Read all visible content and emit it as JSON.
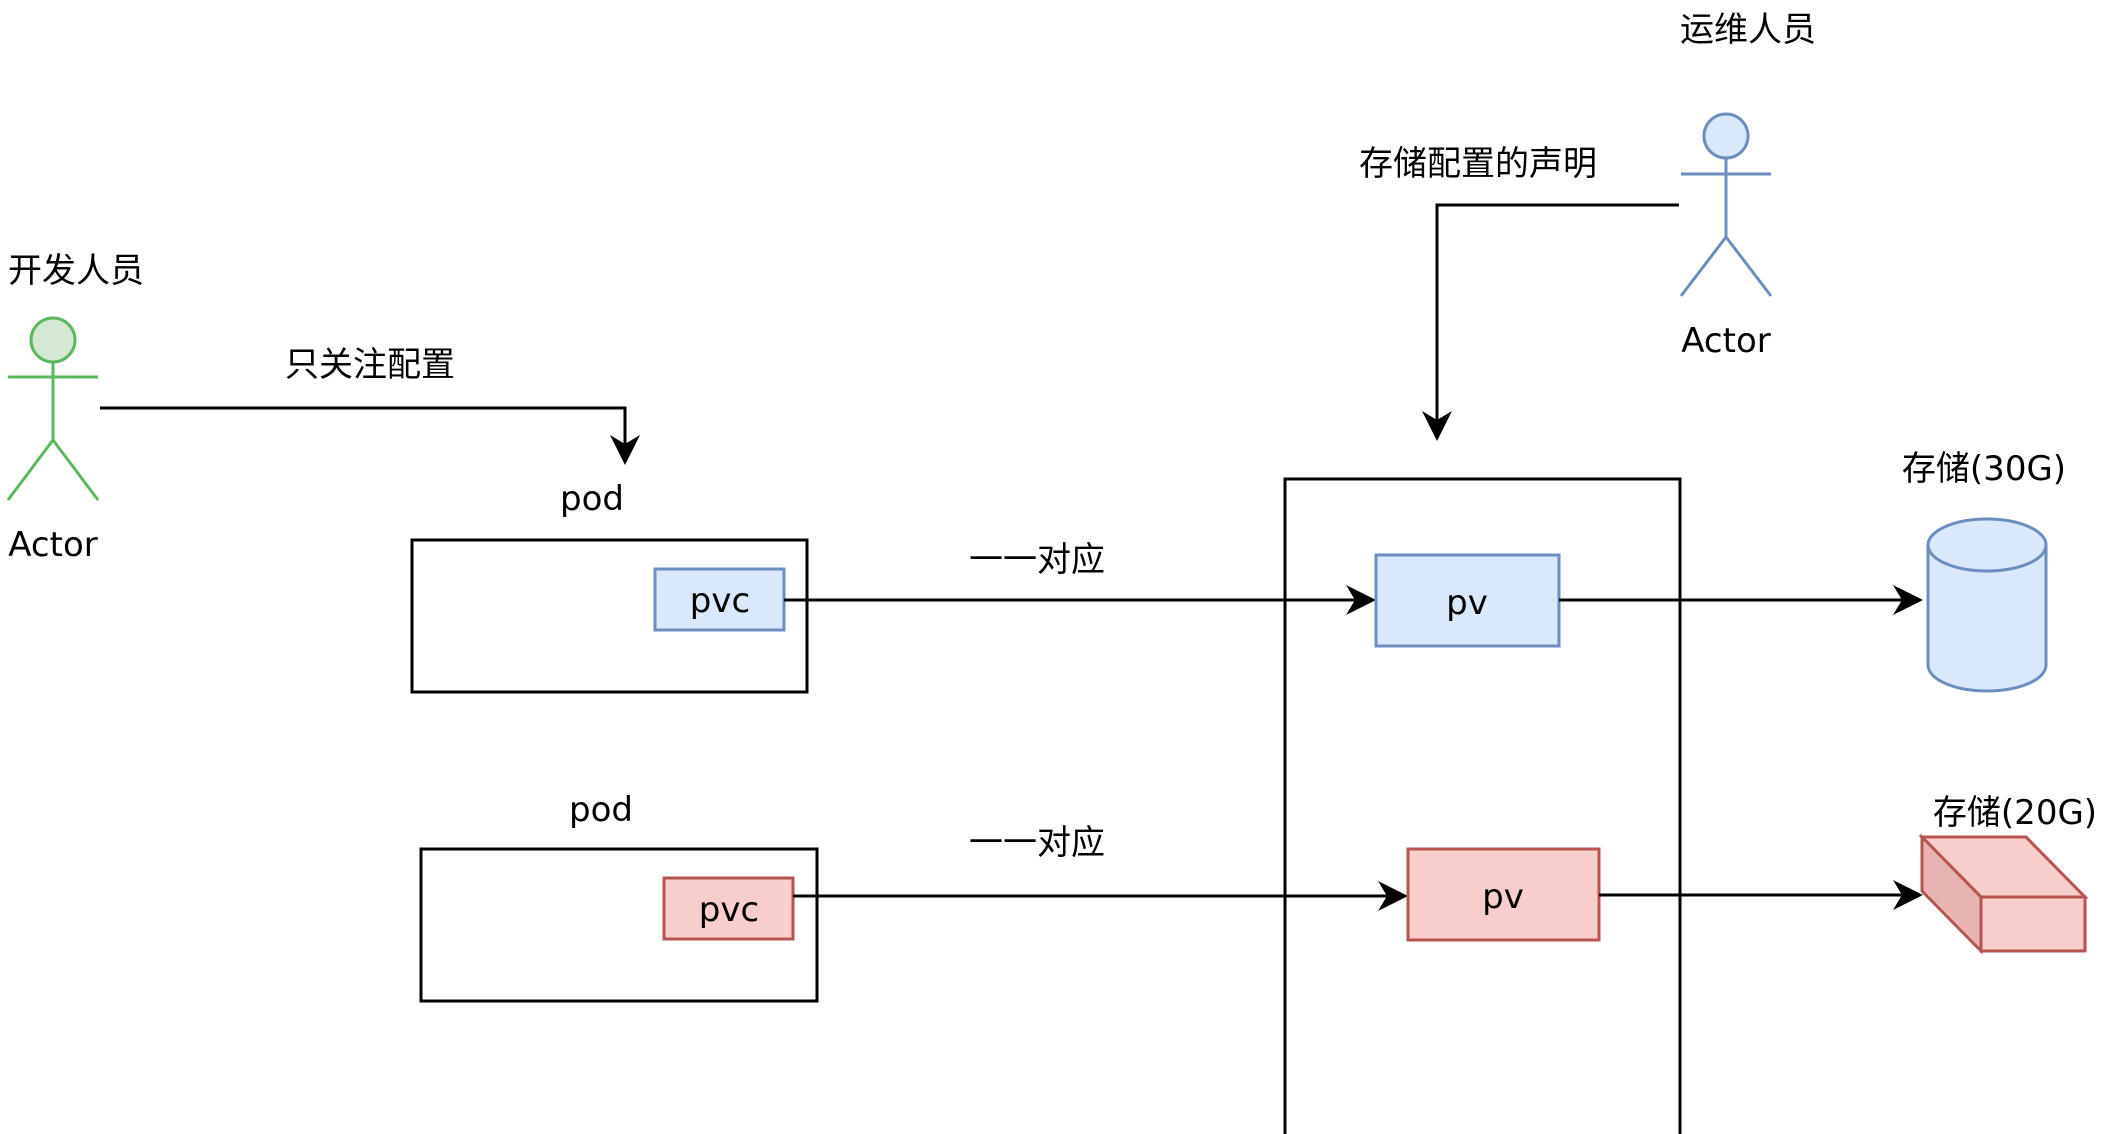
{
  "colors": {
    "line": "#000000",
    "blue_fill": "#dae8fc",
    "blue_stroke": "#6c8ebf",
    "red_fill": "#f8cecc",
    "red_stroke": "#b85450",
    "green_fill": "#d5e8d4",
    "green_stroke": "#82b366",
    "green_actor_stroke": "#5cb85c"
  },
  "developer": {
    "role": "开发人员",
    "caption": "Actor",
    "edge_label": "只关注配置"
  },
  "ops": {
    "role": "运维人员",
    "caption": "Actor",
    "edge_label": "存储配置的声明"
  },
  "pods": [
    {
      "title": "pod",
      "pvc_label": "pvc",
      "color": "blue"
    },
    {
      "title": "pod",
      "pvc_label": "pvc",
      "color": "red"
    }
  ],
  "mappings": [
    {
      "label": "一一对应"
    },
    {
      "label": "一一对应"
    }
  ],
  "pvs": [
    {
      "label": "pv",
      "color": "blue"
    },
    {
      "label": "pv",
      "color": "red"
    }
  ],
  "storage": [
    {
      "label": "存储(30G)",
      "icon": "cylinder-icon",
      "color": "blue"
    },
    {
      "label": "存储(20G)",
      "icon": "cube-icon",
      "color": "red"
    }
  ]
}
